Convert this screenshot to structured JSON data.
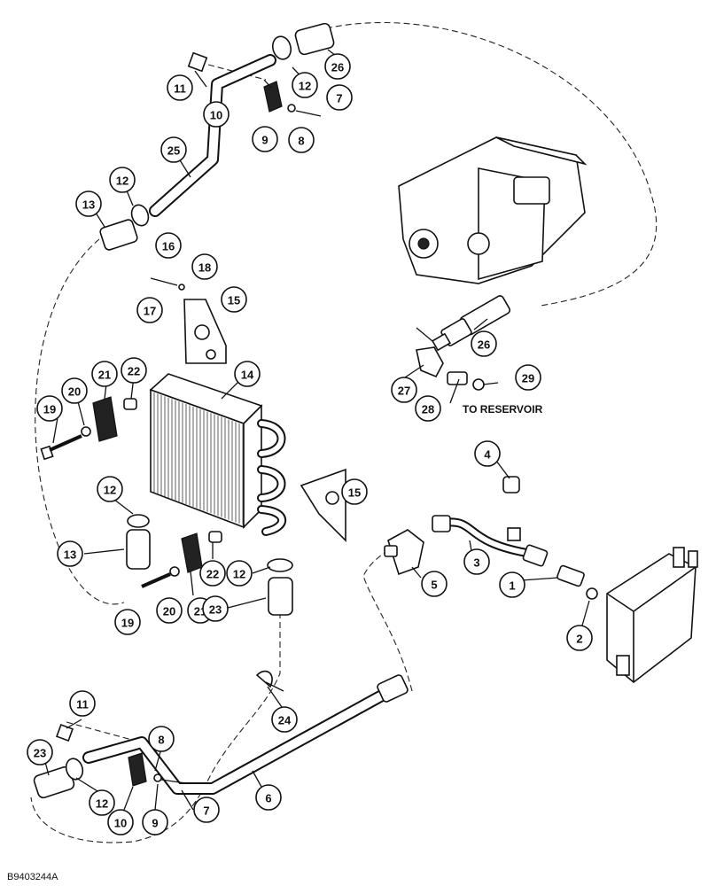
{
  "diagram": {
    "reference_code": "B9403244A",
    "reservoir_label": "TO RESERVOIR",
    "callouts": [
      {
        "id": "c1",
        "text": "1"
      },
      {
        "id": "c2",
        "text": "2"
      },
      {
        "id": "c3",
        "text": "3"
      },
      {
        "id": "c4",
        "text": "4"
      },
      {
        "id": "c5",
        "text": "5"
      },
      {
        "id": "c6",
        "text": "6"
      },
      {
        "id": "c7a",
        "text": "7"
      },
      {
        "id": "c7b",
        "text": "7"
      },
      {
        "id": "c8a",
        "text": "8"
      },
      {
        "id": "c8b",
        "text": "8"
      },
      {
        "id": "c9a",
        "text": "9"
      },
      {
        "id": "c9b",
        "text": "9"
      },
      {
        "id": "c10a",
        "text": "10"
      },
      {
        "id": "c10b",
        "text": "10"
      },
      {
        "id": "c11a",
        "text": "11"
      },
      {
        "id": "c11b",
        "text": "11"
      },
      {
        "id": "c12a",
        "text": "12"
      },
      {
        "id": "c12b",
        "text": "12"
      },
      {
        "id": "c12c",
        "text": "12"
      },
      {
        "id": "c12d",
        "text": "12"
      },
      {
        "id": "c12e",
        "text": "12"
      },
      {
        "id": "c13a",
        "text": "13"
      },
      {
        "id": "c13b",
        "text": "13"
      },
      {
        "id": "c14",
        "text": "14"
      },
      {
        "id": "c15a",
        "text": "15"
      },
      {
        "id": "c15b",
        "text": "15"
      },
      {
        "id": "c16",
        "text": "16"
      },
      {
        "id": "c17",
        "text": "17"
      },
      {
        "id": "c18",
        "text": "18"
      },
      {
        "id": "c19a",
        "text": "19"
      },
      {
        "id": "c19b",
        "text": "19"
      },
      {
        "id": "c20a",
        "text": "20"
      },
      {
        "id": "c20b",
        "text": "20"
      },
      {
        "id": "c21a",
        "text": "21"
      },
      {
        "id": "c21b",
        "text": "21"
      },
      {
        "id": "c22a",
        "text": "22"
      },
      {
        "id": "c22b",
        "text": "22"
      },
      {
        "id": "c23a",
        "text": "23"
      },
      {
        "id": "c23b",
        "text": "23"
      },
      {
        "id": "c24",
        "text": "24"
      },
      {
        "id": "c25",
        "text": "25"
      },
      {
        "id": "c26a",
        "text": "26"
      },
      {
        "id": "c26b",
        "text": "26"
      },
      {
        "id": "c27",
        "text": "27"
      },
      {
        "id": "c28",
        "text": "28"
      },
      {
        "id": "c29",
        "text": "29"
      }
    ]
  }
}
